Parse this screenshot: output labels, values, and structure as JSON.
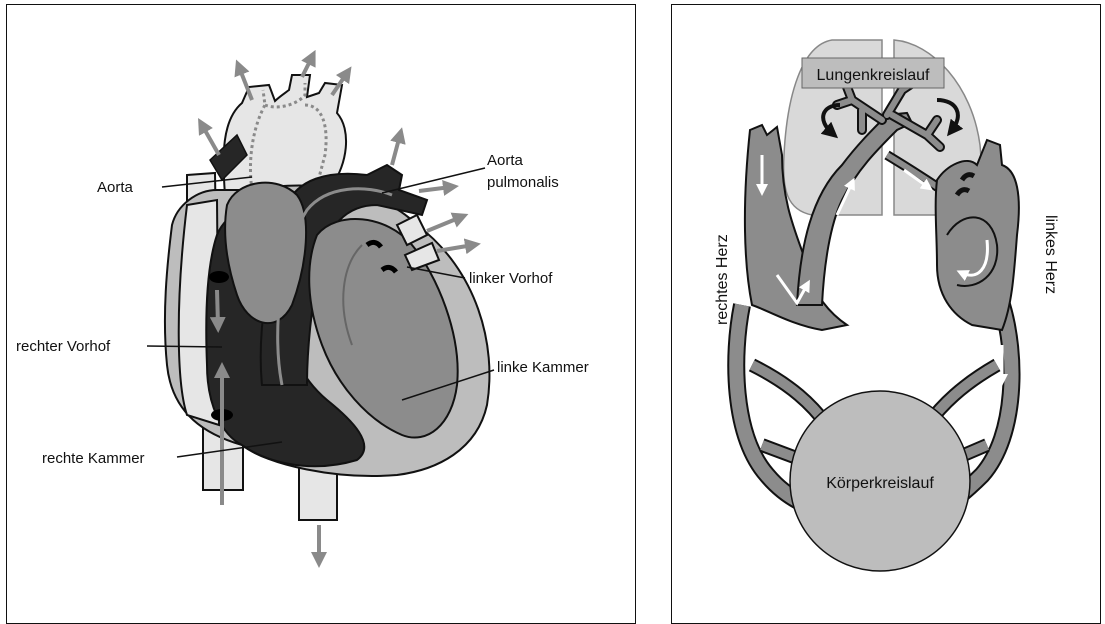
{
  "left_panel": {
    "labels": {
      "aorta": "Aorta",
      "aorta_pulmonalis_line1": "Aorta",
      "aorta_pulmonalis_line2": "pulmonalis",
      "linker_vorhof": "linker Vorhof",
      "rechter_vorhof": "rechter Vorhof",
      "linke_kammer": "linke Kammer",
      "rechte_kammer": "rechte Kammer"
    }
  },
  "right_panel": {
    "labels": {
      "lungenkreislauf": "Lungenkreislauf",
      "koerperkreislauf": "Körperkreislauf",
      "rechtes_herz": "rechtes Herz",
      "linkes_herz": "linkes Herz"
    }
  },
  "colors": {
    "dark": "#262626",
    "mid_gray": "#8c8c8c",
    "light_gray": "#bdbdbd",
    "pale": "#e6e6e6",
    "arrow_gray": "#8a8a8a",
    "lung": "#d9d9d9"
  }
}
